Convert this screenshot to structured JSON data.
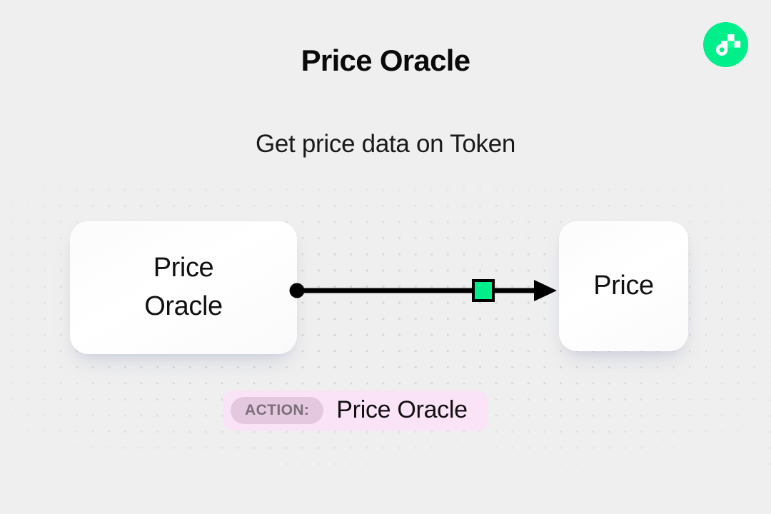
{
  "background": {
    "color": "#efefef",
    "dot_color": "#d4d4d4"
  },
  "brand": {
    "logo_icon": "flow-logo-icon",
    "logo_bg": "#00ef8b"
  },
  "header": {
    "title": "Price Oracle",
    "subtitle": "Get price data on Token"
  },
  "diagram": {
    "nodes": [
      {
        "id": "price-oracle",
        "label": "Price\nOracle",
        "role": "source"
      },
      {
        "id": "price",
        "label": "Price",
        "role": "target"
      }
    ],
    "connector": {
      "start_handle": "dot",
      "end_handle": "arrow",
      "marker_color": "#00ef8b",
      "line_color": "#000000"
    }
  },
  "action": {
    "label": "ACTION:",
    "value": "Price Oracle",
    "badge_bg": "#fae2f7",
    "pill_bg": "#e4c8df"
  }
}
